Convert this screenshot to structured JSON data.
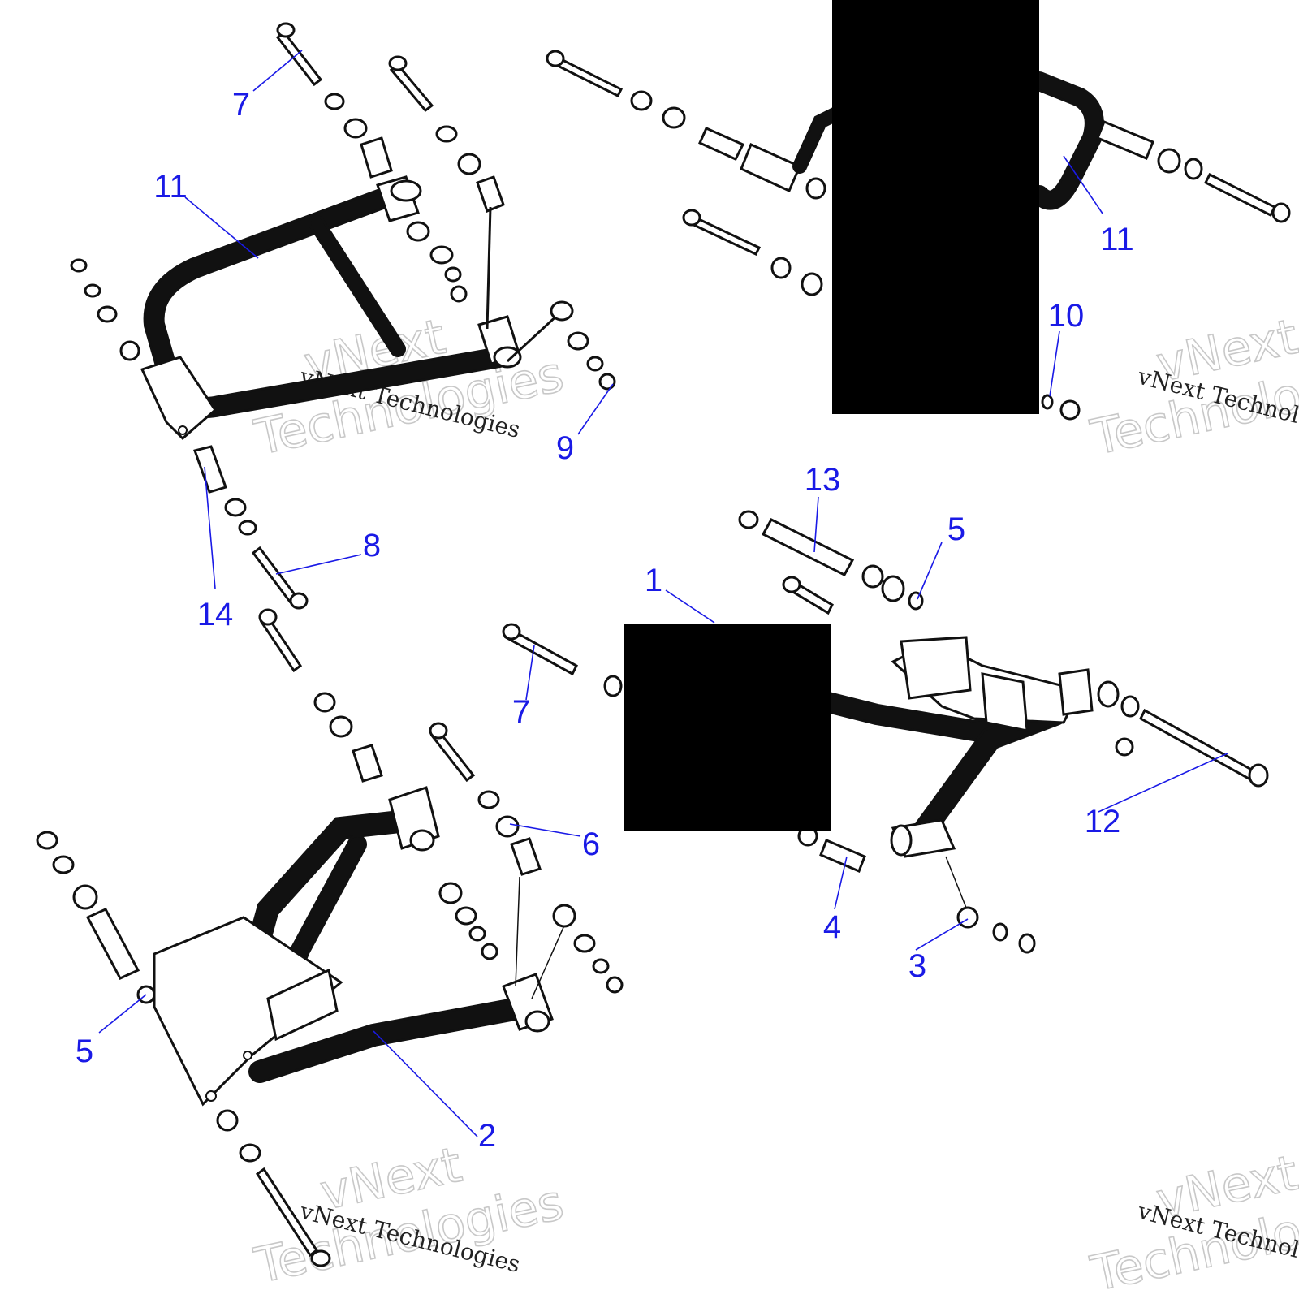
{
  "diagram": {
    "callout_color": "#1a1ae6",
    "mask_color": "#000000",
    "callouts": [
      "1",
      "2",
      "3",
      "4",
      "5",
      "5",
      "6",
      "7",
      "7",
      "8",
      "9",
      "10",
      "11",
      "11",
      "12",
      "13",
      "14"
    ]
  },
  "watermarks": {
    "small": "vNext Technologies",
    "big_line1": "vNext",
    "big_line2": "Technologies"
  }
}
